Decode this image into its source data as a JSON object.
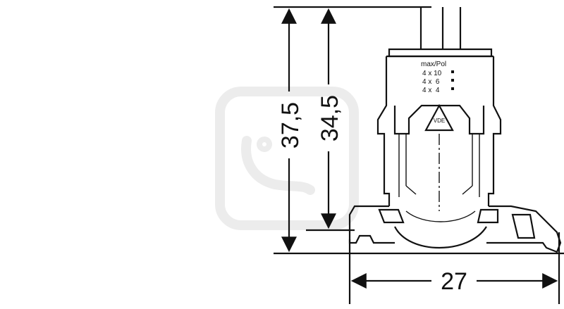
{
  "drawing": {
    "dimensions": {
      "height_total": "37,5",
      "height_inner": "34,5",
      "width": "27"
    },
    "label": {
      "header": "max/Pol",
      "rows": [
        "4 x 10",
        "4 x  6",
        "4 x  4"
      ]
    },
    "ve_mark": "VDE"
  },
  "colors": {
    "line": "#111111",
    "background": "#ffffff",
    "watermark": "#ececec"
  }
}
